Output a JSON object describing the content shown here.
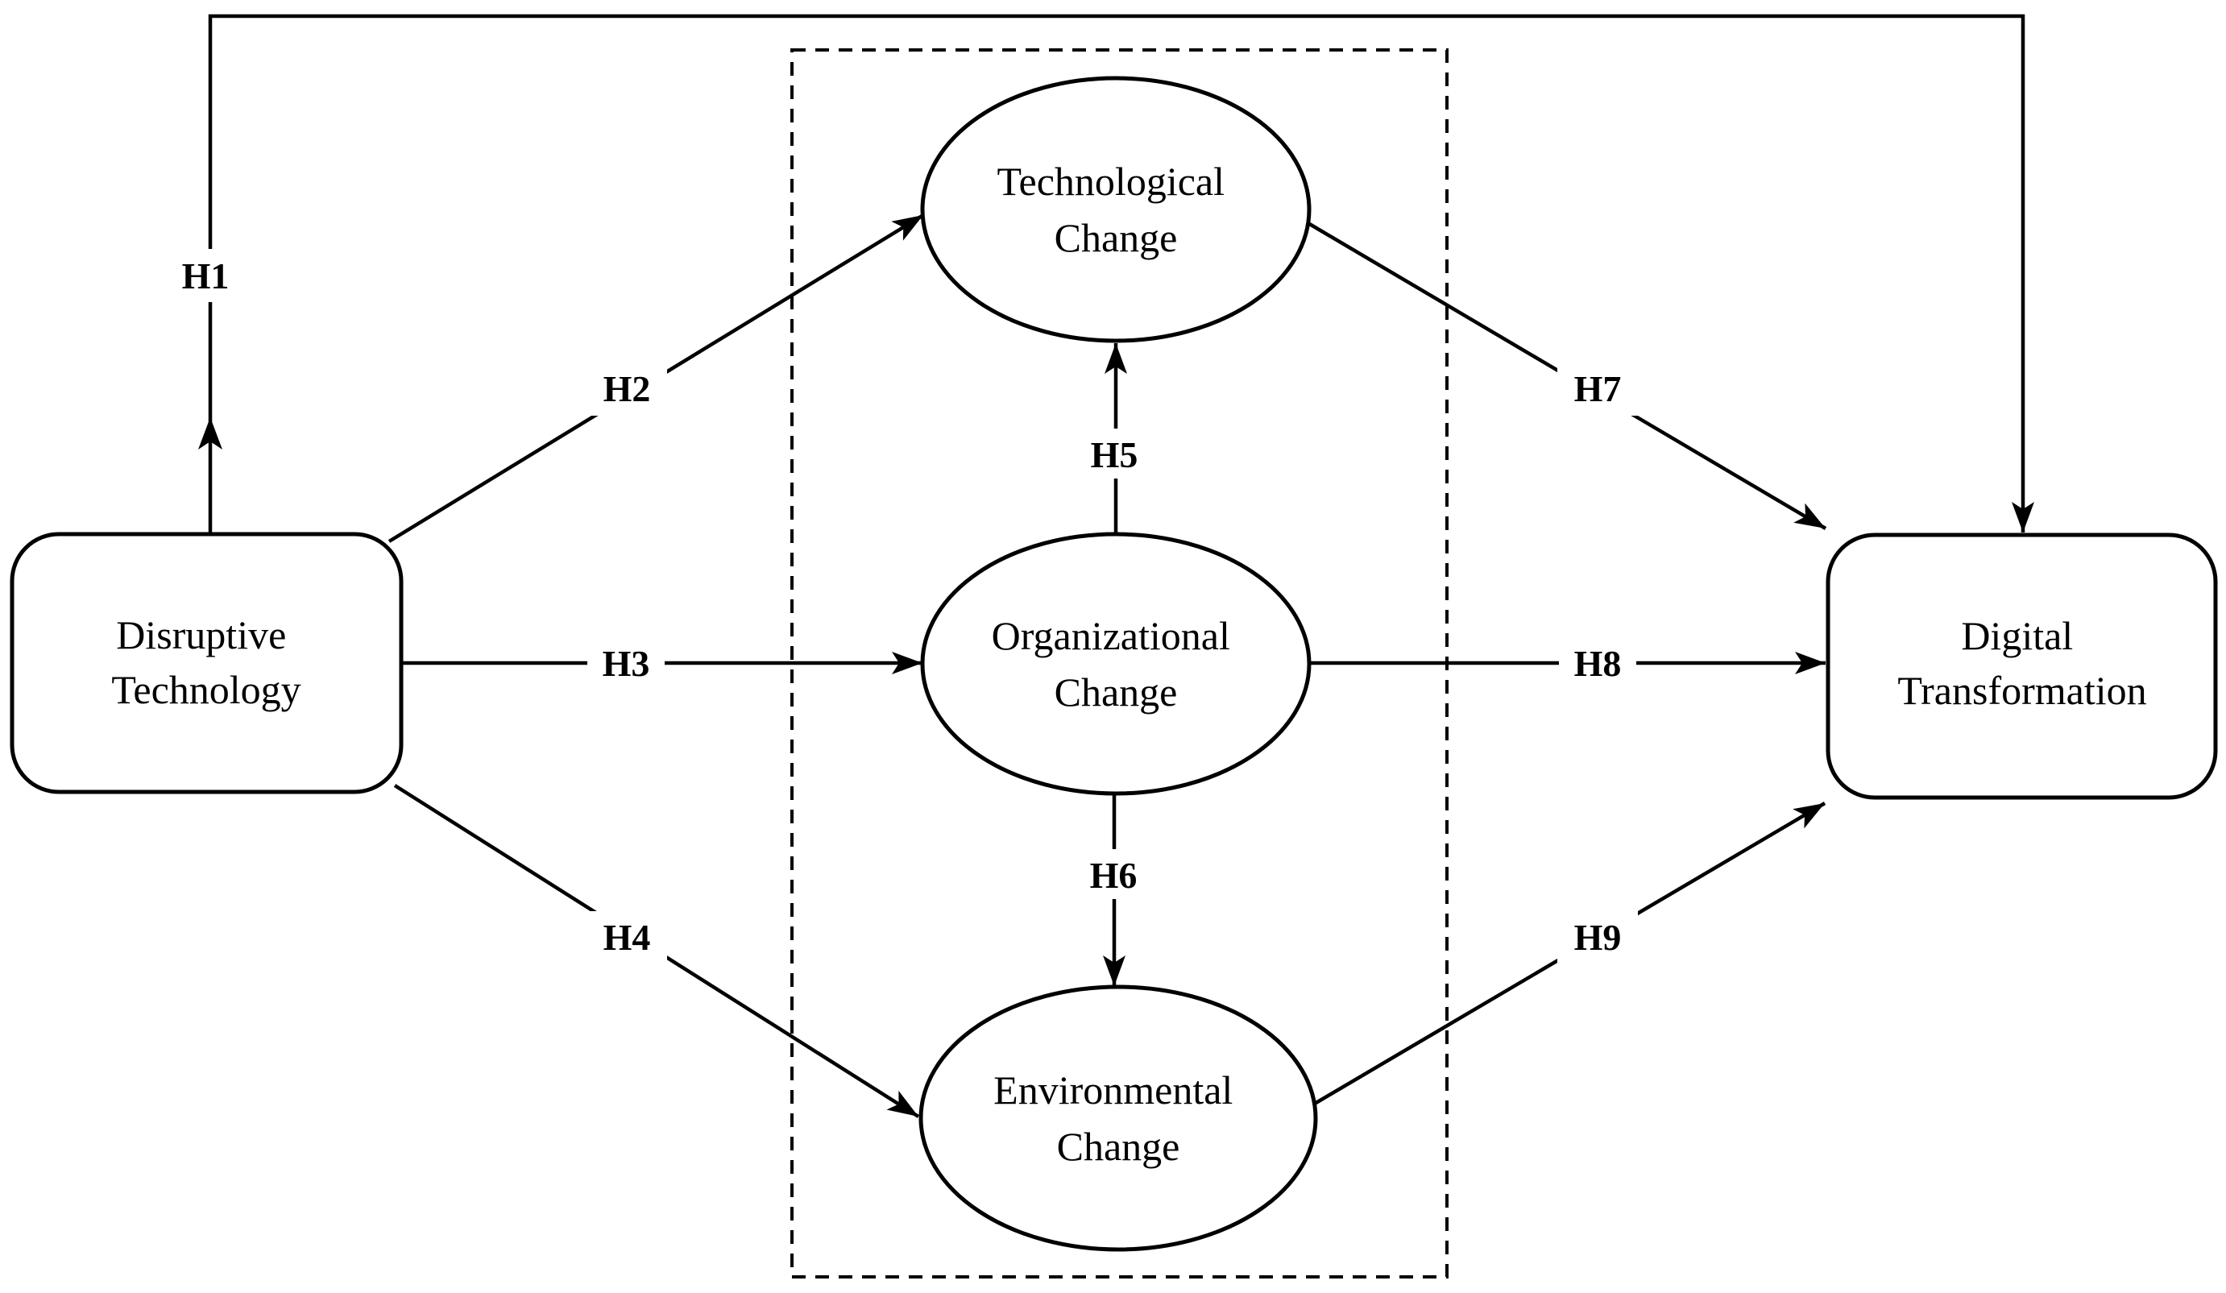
{
  "diagram": {
    "background_color": "#ffffff",
    "line_color": "#000000",
    "text_color": "#000000",
    "nodes": {
      "disruptive_technology": {
        "label": "Disruptive Technology",
        "lines": [
          "Disruptive",
          "Technology"
        ],
        "shape": "rounded-rectangle"
      },
      "digital_transformation": {
        "label": "Digital Transformation",
        "lines": [
          "Digital",
          "Transformation"
        ],
        "shape": "rounded-rectangle"
      },
      "technological_change": {
        "label": "Technological Change",
        "lines": [
          "Technological",
          "Change"
        ],
        "shape": "ellipse"
      },
      "organizational_change": {
        "label": "Organizational Change",
        "lines": [
          "Organizational",
          "Change"
        ],
        "shape": "ellipse"
      },
      "environmental_change": {
        "label": "Environmental Change",
        "lines": [
          "Environmental",
          "Change"
        ],
        "shape": "ellipse"
      }
    },
    "edges": [
      {
        "id": "H1",
        "from": "disruptive_technology",
        "to": "digital_transformation"
      },
      {
        "id": "H2",
        "from": "disruptive_technology",
        "to": "technological_change"
      },
      {
        "id": "H3",
        "from": "disruptive_technology",
        "to": "organizational_change"
      },
      {
        "id": "H4",
        "from": "disruptive_technology",
        "to": "environmental_change"
      },
      {
        "id": "H5",
        "from": "organizational_change",
        "to": "technological_change"
      },
      {
        "id": "H6",
        "from": "organizational_change",
        "to": "environmental_change"
      },
      {
        "id": "H7",
        "from": "technological_change",
        "to": "digital_transformation"
      },
      {
        "id": "H8",
        "from": "organizational_change",
        "to": "digital_transformation"
      },
      {
        "id": "H9",
        "from": "environmental_change",
        "to": "digital_transformation"
      }
    ]
  }
}
